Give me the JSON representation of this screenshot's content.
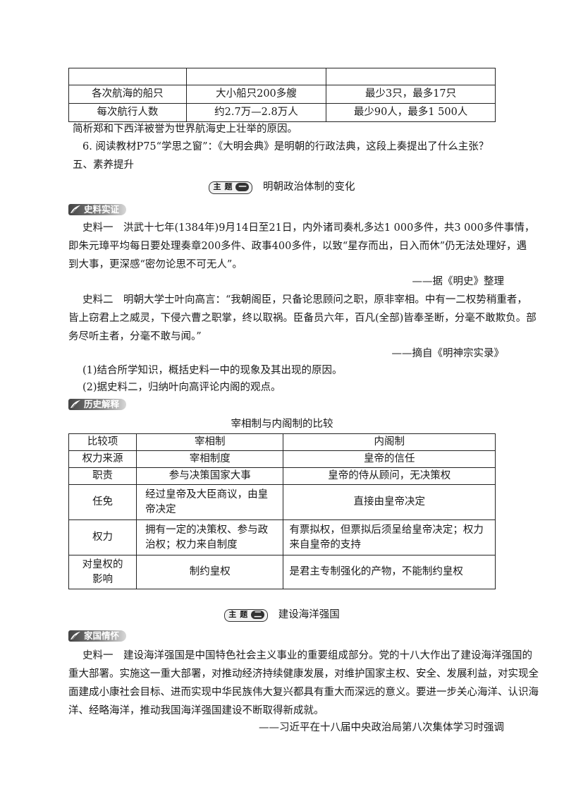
{
  "top_table": {
    "rows": [
      [
        "",
        "",
        ""
      ],
      [
        "各次航海的船只",
        "大小船只200多艘",
        "最少3只，最多17只"
      ],
      [
        "每次航行人数",
        "约2.7万—2.8万人",
        "最少90人，最多1 500人"
      ]
    ]
  },
  "lines": {
    "q5_tail": "简析郑和下西洋被誉为世界航海史上壮举的原因。",
    "q6": "6. 阅读教材P75“学思之窗”：《大明会典》是明朝的行政法典，这段上奏提出了什么主张？",
    "section5": "五、素养提升"
  },
  "theme1": {
    "badge_a": "主",
    "badge_b": "题",
    "badge_num": "一",
    "title": "明朝政治体制的变化"
  },
  "tag1": "史料实证",
  "source1": {
    "l1": "史料一　洪武十七年(1384年)9月14日至21日，内外诸司奏札多达1 000多件，共3 000多件事情，",
    "l2": "即朱元璋平均每日要处理奏章200多件、政事400多件，以致“星存而出，日入而休”仍无法处理好，遇",
    "l3": "到大事，更深感“密勿论思不可无人”。",
    "cite": "——据《明史》整理"
  },
  "source2": {
    "l1": "史料二　明朝大学士叶向高言：“我朝阁臣，只备论思顾问之职，原非宰相。中有一二权势稍重者，",
    "l2": "皆上窃君上之威灵，下侵六曹之职掌，终以取祸。臣备员六年，百凡(全部)皆奉圣断，分毫不敢欺负。部",
    "l3": "务尽听主者，分毫不敢与闻。”",
    "cite": "——摘自《明神宗实录》"
  },
  "questions": {
    "q1": "(1)结合所学知识，概括史料一中的现象及其出现的原因。",
    "q2": "(2)据史料二，归纳叶向高评论内阁的观点。"
  },
  "tag2": "历史解释",
  "compare_table": {
    "caption": "宰相制与内阁制的比较",
    "headers": [
      "比较项",
      "宰相制",
      "内阁制"
    ],
    "rows": [
      [
        "权力来源",
        "宰相制度",
        "皇帝的信任"
      ],
      [
        "职责",
        "参与决策国家大事",
        "皇帝的侍从顾问，无决策权"
      ],
      [
        "任免",
        "经过皇帝及大臣商议，由皇帝决定",
        "直接由皇帝决定"
      ],
      [
        "权力",
        "拥有一定的决策权、参与政治权；权力来自制度",
        "有票拟权，但票拟后须呈给皇帝决定；权力来自皇帝的支持"
      ],
      [
        "对皇权的影响",
        "制约皇权",
        "是君主专制强化的产物，不能制约皇权"
      ]
    ]
  },
  "theme2": {
    "badge_a": "主",
    "badge_b": "题",
    "badge_num": "二",
    "title": "建设海洋强国"
  },
  "tag3": "家国情怀",
  "source3": {
    "l1": "史料一　建设海洋强国是中国特色社会主义事业的重要组成部分。党的十八大作出了建设海洋强国的",
    "l2": "重大部署。实施这一重大部署，对推动经济持续健康发展，对维护国家主权、安全、发展利益，对实现全",
    "l3": "面建成小康社会目标、进而实现中华民族伟大复兴都具有重大而深远的意义。要进一步关心海洋、认识海",
    "l4": "洋、经略海洋，推动我国海洋强国建设不断取得新成就。",
    "cite": "——习近平在十八届中央政治局第八次集体学习时强调"
  }
}
